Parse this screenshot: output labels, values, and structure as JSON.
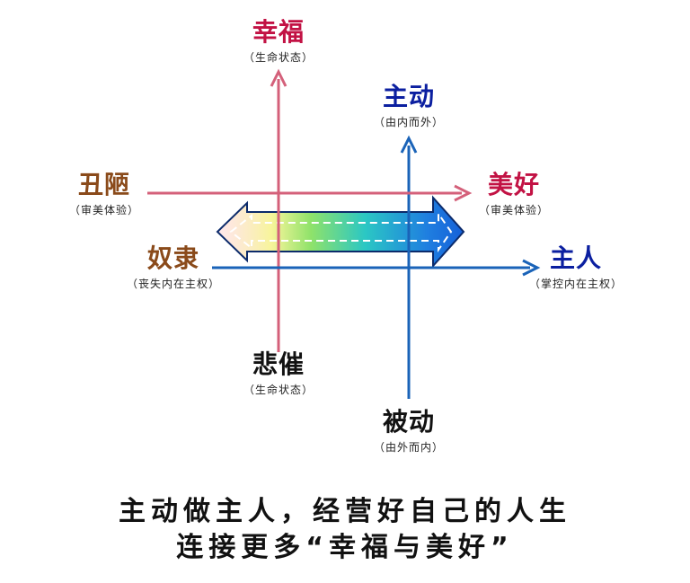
{
  "colors": {
    "happiness_axis": "#d4607a",
    "initiative_axis": "#1a63b8",
    "beauty_axis": "#d4607a",
    "master_axis": "#1a63b8",
    "label_crimson": "#c21244",
    "label_blue": "#0b1fa0",
    "label_brown": "#8a4a1a",
    "label_dark": "#111111"
  },
  "labels": {
    "happiness": {
      "title": "幸福",
      "note": "（生命状态）"
    },
    "sorrow": {
      "title": "悲催",
      "note": "（生命状态）"
    },
    "initiative": {
      "title": "主动",
      "note": "（由内而外）"
    },
    "passive": {
      "title": "被动",
      "note": "（由外而内）"
    },
    "ugly": {
      "title": "丑陋",
      "note": "（审美体验）"
    },
    "beauty": {
      "title": "美好",
      "note": "（审美体验）"
    },
    "slave": {
      "title": "奴隶",
      "note": "（丧失内在主权）"
    },
    "master": {
      "title": "主人",
      "note": "（掌控内在主权）"
    }
  },
  "caption": {
    "line1": "主动做主人，经营好自己的人生",
    "line2": "连接更多“幸福与美好”"
  }
}
